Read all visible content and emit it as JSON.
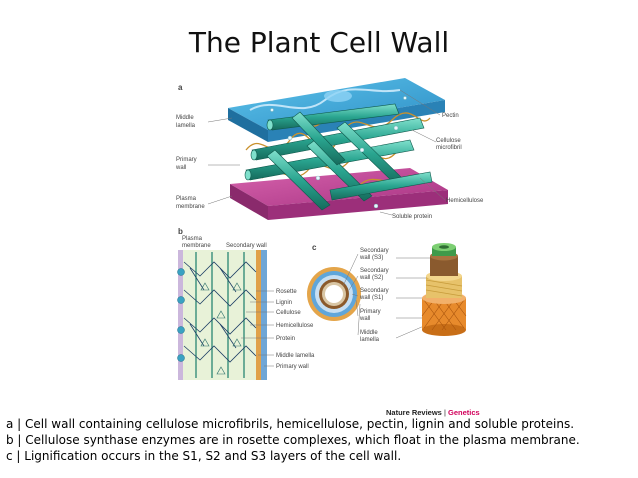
{
  "title": "The Plant Cell Wall",
  "panel_a": {
    "letter": "a",
    "labels": {
      "middle_lamella": [
        "Middle",
        "lamella"
      ],
      "primary_wall": [
        "Primary",
        "wall"
      ],
      "plasma_membrane": [
        "Plasma",
        "membrane"
      ],
      "pectin": "Pectin",
      "cellulose_microfibril": [
        "Cellulose",
        "microfibril"
      ],
      "hemicellulose": "Hemicellulose",
      "soluble_protein": "Soluble protein"
    }
  },
  "panel_b": {
    "letter": "b",
    "top_labels": {
      "plasma_membrane": [
        "Plasma",
        "membrane"
      ],
      "secondary_wall": "Secondary wall"
    },
    "side_labels": [
      "Rosette",
      "Lignin",
      "Cellulose",
      "Hemicellulose",
      "Protein",
      "Middle lamella",
      "Primary wall"
    ]
  },
  "panel_c": {
    "letter": "c",
    "labels": [
      [
        "Secondary",
        "wall (S3)"
      ],
      [
        "Secondary",
        "wall (S2)"
      ],
      [
        "Secondary",
        "wall (S1)"
      ],
      [
        "Primary",
        "wall"
      ],
      [
        "Middle",
        "lamella"
      ]
    ]
  },
  "credit": {
    "journal": "Nature Reviews",
    "separator": " | ",
    "section": "Genetics"
  },
  "captions": [
    "a | Cell wall containing cellulose microfibrils, hemicellulose, pectin, lignin and soluble proteins.",
    "b | Cellulose synthase enzymes are in rosette complexes, which float in the plasma membrane.",
    "c | Lignification occurs in the S1, S2 and S3 layers of the cell wall."
  ],
  "colors": {
    "pectin_layer": "#3aa7d8",
    "membrane_layer": "#c0469a",
    "microfibril": "#2aa590",
    "hemicellulose": "#c9912e"
  }
}
